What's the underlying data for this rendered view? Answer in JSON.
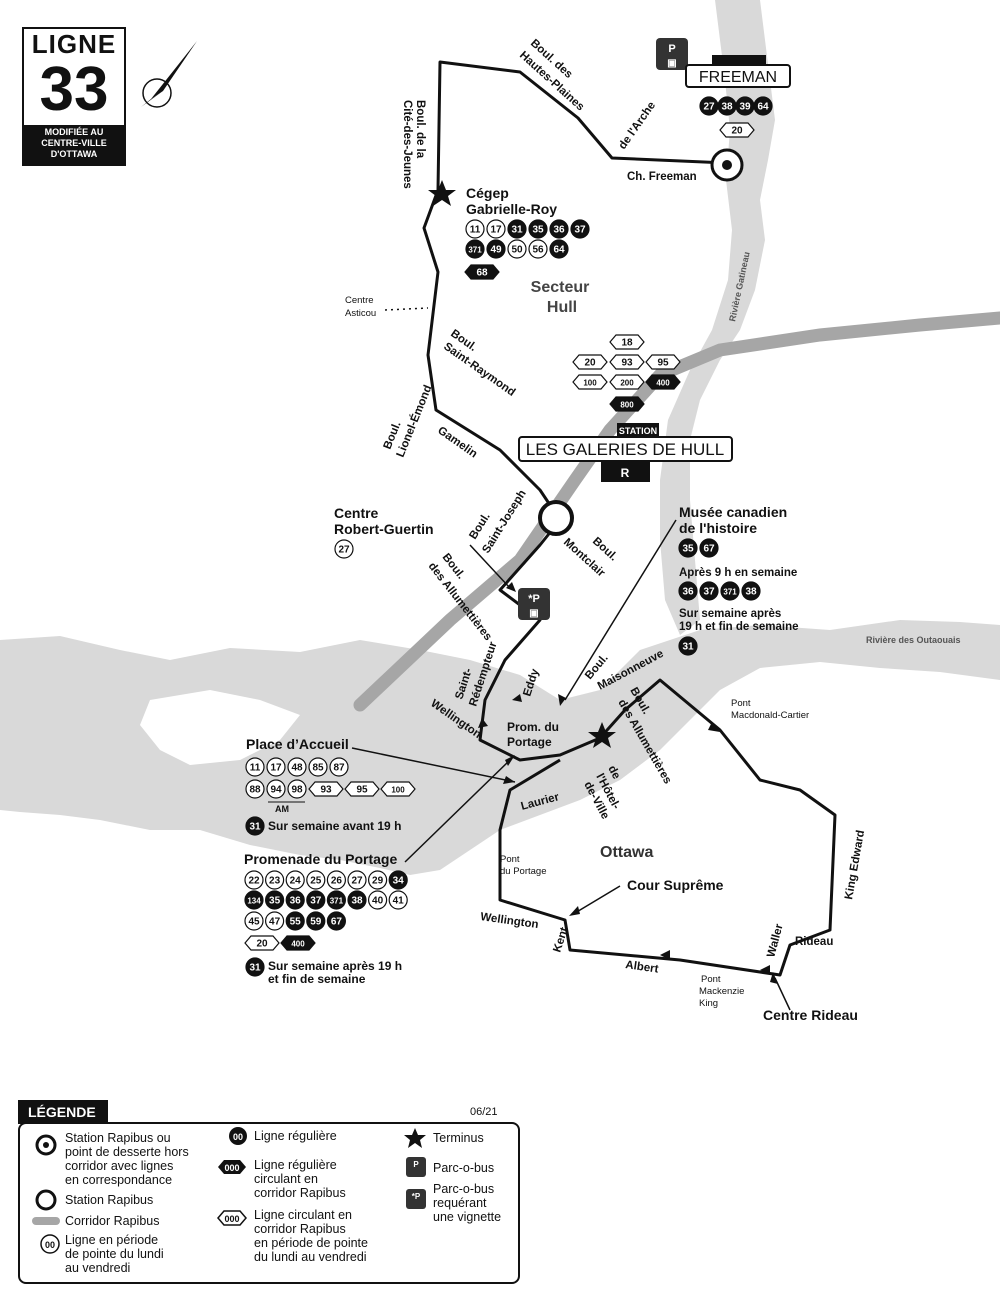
{
  "badge": {
    "ligne": "LIGNE",
    "number": "33",
    "note": "MODIFIÉE AU CENTRE-VILLE D'OTTAWA"
  },
  "colors": {
    "river": "#d9d9d9",
    "corridor": "#a6a6a6",
    "route": "#111111",
    "background": "#ffffff"
  },
  "icons": [
    "north-arrow-icon",
    "terminus-star-icon",
    "station-circle-icon",
    "station-target-icon",
    "park-and-ride-icon",
    "rapibus-r-icon"
  ],
  "areas": {
    "hull": [
      "Secteur",
      "Hull"
    ],
    "ottawa": "Ottawa",
    "riviere_gatineau": "Rivière Gatineau",
    "riviere_outaouais": "Rivière des Outaouais"
  },
  "stations": {
    "freeman": {
      "name": "FREEMAN",
      "routes_dark": [
        "27",
        "38",
        "39",
        "64"
      ],
      "routes_hex": [
        "20"
      ]
    },
    "galeries": {
      "label": "STATION",
      "name": "LES GALERIES DE HULL",
      "routes": [
        "18",
        "20",
        "93",
        "95",
        "100",
        "200",
        "400",
        "800"
      ]
    }
  },
  "stops": {
    "cegep": {
      "name": [
        "Cégep",
        "Gabrielle-Roy"
      ],
      "routes": [
        "11",
        "17",
        "31",
        "35",
        "36",
        "37",
        "371",
        "49",
        "50",
        "56",
        "64",
        "68"
      ]
    },
    "robert_guertin": {
      "name": [
        "Centre",
        "Robert-Guertin"
      ],
      "routes": [
        "27"
      ]
    },
    "centre_asticou": [
      "Centre",
      "Asticou"
    ],
    "musee": {
      "name": [
        "Musée canadien",
        "de l'histoire"
      ],
      "routes_a": [
        "35",
        "67"
      ],
      "note_a": "Après 9 h en semaine",
      "routes_b": [
        "36",
        "37",
        "371",
        "38"
      ],
      "note_b": [
        "Sur semaine après",
        "19 h et fin de semaine"
      ],
      "routes_c": [
        "31"
      ]
    },
    "place_accueil": {
      "name": "Place d’Accueil",
      "routes": [
        "11",
        "17",
        "48",
        "85",
        "87",
        "88",
        "94",
        "98",
        "93",
        "95",
        "100"
      ],
      "am": "AM",
      "note_route": "31",
      "note": "Sur semaine avant 19 h"
    },
    "promenade": {
      "name": "Promenade du Portage",
      "routes": [
        "22",
        "23",
        "24",
        "25",
        "26",
        "27",
        "29",
        "34",
        "134",
        "35",
        "36",
        "37",
        "371",
        "38",
        "40",
        "41",
        "45",
        "47",
        "55",
        "59",
        "67",
        "20",
        "400"
      ],
      "note_route": "31",
      "note": [
        "Sur semaine après 19 h",
        "et fin de semaine"
      ]
    },
    "cour_supreme": "Cour Suprême",
    "centre_rideau": "Centre Rideau"
  },
  "streets": {
    "hautes_plaines": [
      "Boul. des",
      "Hautes-Plaines"
    ],
    "arche": "de l'Arche",
    "ch_freeman": "Ch. Freeman",
    "cite_jeunes": [
      "Boul. de la",
      "Cité-des-Jeunes"
    ],
    "saint_raymond": [
      "Boul.",
      "Saint-Raymond"
    ],
    "lionel_emond": [
      "Boul.",
      "Lionel-Émond"
    ],
    "gamelin": "Gamelin",
    "saint_joseph": [
      "Boul.",
      "Saint-Joseph"
    ],
    "montclair": [
      "Boul.",
      "Montclair"
    ],
    "allumettieres": [
      "Boul.",
      "des Allumettières"
    ],
    "saint_redempteur": [
      "Saint-",
      "Rédempteur"
    ],
    "eddy": "Eddy",
    "wellington_hull": "Wellington",
    "prom_portage": [
      "Prom. du",
      "Portage"
    ],
    "maisonneuve": [
      "Boul.",
      "Maisonneuve"
    ],
    "allumettieres_2": [
      "Boul.",
      "des Allumettières"
    ],
    "hotel_ville": [
      "de",
      "l'Hôtel-",
      "de-Ville"
    ],
    "laurier": "Laurier",
    "pont_portage": [
      "Pont",
      "du Portage"
    ],
    "wellington": "Wellington",
    "kent": "Kent",
    "albert": "Albert",
    "pont_mackenzie": [
      "Pont",
      "Mackenzie",
      "King"
    ],
    "waller": "Waller",
    "rideau": "Rideau",
    "king_edward": "King Edward",
    "pont_macdonald": [
      "Pont",
      "Macdonald-Cartier"
    ]
  },
  "legend": {
    "title": "LÉGENDE",
    "date": "06/21",
    "items": {
      "station_correspondance": [
        "Station Rapibus ou",
        "point de desserte hors",
        "corridor avec lignes",
        "en correspondance"
      ],
      "station": "Station Rapibus",
      "corridor": "Corridor Rapibus",
      "pointe": [
        "Ligne en période",
        "de pointe du lundi",
        "au vendredi"
      ],
      "reguliere": "Ligne régulière",
      "reguliere_corridor": [
        "Ligne régulière",
        "circulant en",
        "corridor Rapibus"
      ],
      "corridor_pointe": [
        "Ligne circulant en",
        "corridor Rapibus",
        "en période de pointe",
        "du lundi au vendredi"
      ],
      "terminus": "Terminus",
      "parc": "Parc-o-bus",
      "parc_vignette": [
        "Parc-o-bus",
        "requérant",
        "une vignette"
      ],
      "sym_00": "00",
      "sym_000": "000",
      "sym_p": "P",
      "sym_pstar": "*P"
    }
  }
}
